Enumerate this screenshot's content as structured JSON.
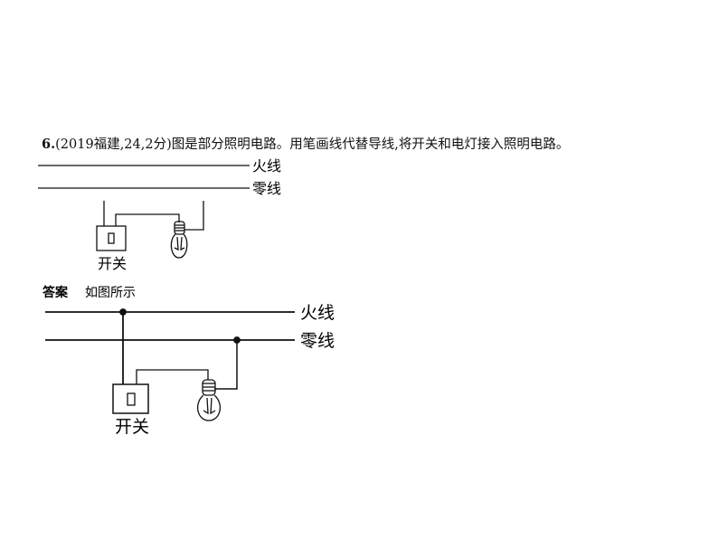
{
  "question": {
    "number": "6.",
    "text": "(2019福建,24,2分)图是部分照明电路。用笔画线代替导线,将开关和电灯接入照明电路。"
  },
  "diagram_question": {
    "fire_line": "火线",
    "neutral_line": "零线",
    "switch": "开关"
  },
  "answer": {
    "label": "答案",
    "text": "如图所示"
  },
  "diagram_answer": {
    "fire_line": "火线",
    "neutral_line": "零线",
    "switch": "开关"
  }
}
